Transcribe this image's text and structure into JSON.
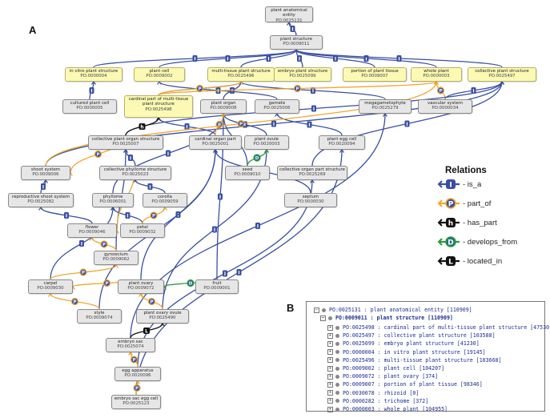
{
  "panel_labels": {
    "a": "A",
    "b": "B"
  },
  "colors": {
    "is_a": "#3a4fa2",
    "part_of": "#f0a830",
    "has_part": "#111111",
    "develops_from": "#2e9a3c",
    "located_in": "#111111"
  },
  "nodes": [
    {
      "key": "pae",
      "name": "plant anatomical entity",
      "id": "PO:0025131"
    },
    {
      "key": "ps",
      "name": "plant structure",
      "id": "PO:0009011"
    },
    {
      "key": "ivps",
      "name": "in vitro plant structure",
      "id": "PO:0000004",
      "highlight": true
    },
    {
      "key": "pcell",
      "name": "plant cell",
      "id": "PO:0009002",
      "highlight": true
    },
    {
      "key": "mtps",
      "name": "multi-tissue plant structure",
      "id": "PO:0025496",
      "highlight": true
    },
    {
      "key": "eps",
      "name": "embryo plant structure",
      "id": "PO:0025099",
      "highlight": true
    },
    {
      "key": "popt",
      "name": "portion of plant tissue",
      "id": "PO:0009007",
      "highlight": true
    },
    {
      "key": "wp",
      "name": "whole plant",
      "id": "PO:0000003",
      "highlight": true
    },
    {
      "key": "cps",
      "name": "collective plant structure",
      "id": "PO:0025497",
      "highlight": true
    },
    {
      "key": "cultured",
      "name": "cultured plant cell",
      "id": "PO:0000005"
    },
    {
      "key": "cpmtps",
      "name": "cardinal part of multi-tissue plant structure",
      "id": "PO:0025498",
      "highlight": true
    },
    {
      "key": "porgan",
      "name": "plant organ",
      "id": "PO:0009008"
    },
    {
      "key": "gamete",
      "name": "gamete",
      "id": "PO:0025006"
    },
    {
      "key": "mgp",
      "name": "megagametophyte",
      "id": "PO:0025279"
    },
    {
      "key": "vasc",
      "name": "vascular system",
      "id": "PO:0000034"
    },
    {
      "key": "cpos",
      "name": "collective plant organ structure",
      "id": "PO:0025007"
    },
    {
      "key": "cop",
      "name": "cardinal organ part",
      "id": "PO:0025001"
    },
    {
      "key": "povule",
      "name": "plant ovule",
      "id": "PO:0020003"
    },
    {
      "key": "pegg",
      "name": "plant egg cell",
      "id": "PO:0020094"
    },
    {
      "key": "shoot",
      "name": "shoot system",
      "id": "PO:0009006"
    },
    {
      "key": "cphy",
      "name": "collective phyllome structure",
      "id": "PO:0025023"
    },
    {
      "key": "seed",
      "name": "seed",
      "id": "PO:0009010"
    },
    {
      "key": "copps",
      "name": "collective organ part structure",
      "id": "PO:0025269"
    },
    {
      "key": "rss",
      "name": "reproductive shoot system",
      "id": "PO:0025082"
    },
    {
      "key": "phyllome",
      "name": "phyllome",
      "id": "PO:0006001"
    },
    {
      "key": "corolla",
      "name": "corolla",
      "id": "PO:0009059"
    },
    {
      "key": "septum",
      "name": "septum",
      "id": "PO:0000030"
    },
    {
      "key": "flower",
      "name": "flower",
      "id": "PO:0009046"
    },
    {
      "key": "petal",
      "name": "petal",
      "id": "PO:0009032"
    },
    {
      "key": "gyn",
      "name": "gynoecium",
      "id": "PO:0009062"
    },
    {
      "key": "carpel",
      "name": "carpel",
      "id": "PO:0009030"
    },
    {
      "key": "povary",
      "name": "plant ovary",
      "id": "PO:0009072"
    },
    {
      "key": "fruit",
      "name": "fruit",
      "id": "PO:0009001"
    },
    {
      "key": "style",
      "name": "style",
      "id": "PO:0009074"
    },
    {
      "key": "poo",
      "name": "plant ovary ovule",
      "id": "PO:0025490"
    },
    {
      "key": "esac",
      "name": "embryo sac",
      "id": "PO:0025074"
    },
    {
      "key": "eggapp",
      "name": "egg apparatus",
      "id": "PO:0020096"
    },
    {
      "key": "eseg",
      "name": "embryo sac egg cell",
      "id": "PO:0025123"
    }
  ],
  "legend": {
    "title": "Relations",
    "items": [
      {
        "letter": "I",
        "label": "- is_a",
        "color": "#3a4fa2"
      },
      {
        "letter": "P",
        "label": "- part_of",
        "color": "#f0a830"
      },
      {
        "letter": "h",
        "label": "- has_part",
        "color": "#111111"
      },
      {
        "letter": "D",
        "label": "- develops_from",
        "color": "#2e9a3c"
      },
      {
        "letter": "L",
        "label": "- located_in",
        "color": "#111111"
      }
    ]
  },
  "tree": {
    "root": "PO:0025131 : plant anatomical entity [110909]",
    "selected": "PO:0009011 : plant structure [110909]",
    "children": [
      "PO:0025498 : cardinal part of multi-tissue plant structure [47530]",
      "PO:0025497 : collective plant structure [103588]",
      "PO:0025099 : embryo plant structure [41230]",
      "PO:0000004 : in vitro plant structure [19145]",
      "PO:0025496 : multi-tissue plant structure [103668]",
      "PO:0009002 : plant cell [104207]",
      "PO:0009072 : plant ovary [374]",
      "PO:0009007 : portion of plant tissue [98346]",
      "PO:0030078 : rhizoid [0]",
      "PO:0000282 : trichome [372]",
      "PO:0000003 : whole plant [104955]"
    ]
  }
}
